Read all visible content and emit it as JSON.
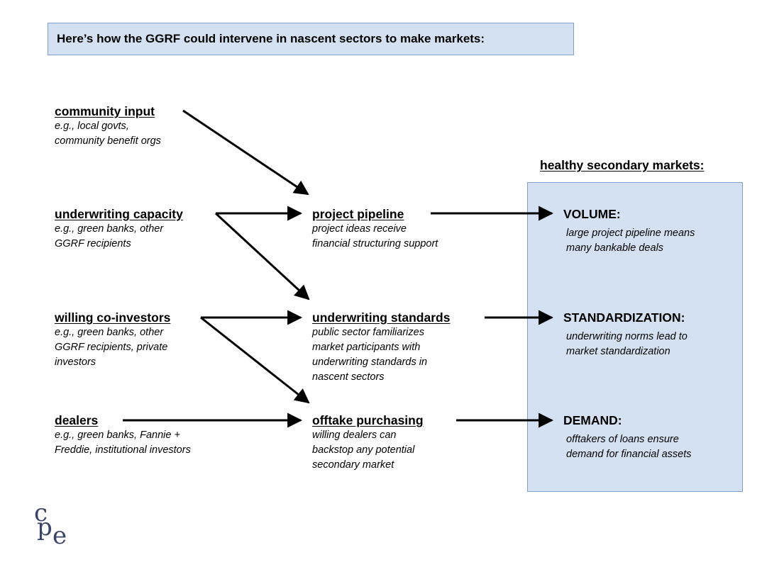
{
  "title": "Here’s how the GGRF could intervene in nascent sectors to make markets:",
  "inputs": [
    {
      "head": "community input",
      "desc": "e.g., local govts,\ncommunity benefit orgs"
    },
    {
      "head": "underwriting capacity",
      "desc": "e.g., green banks, other\nGGRF recipients"
    },
    {
      "head": "willing co-investors",
      "desc": "e.g., green banks, other\nGGRF recipients, private\ninvestors"
    },
    {
      "head": "dealers",
      "desc": "e.g., green banks, Fannie +\nFreddie, institutional investors"
    }
  ],
  "mechanisms": [
    {
      "head": "project pipeline",
      "desc": "project ideas receive\nfinancial structuring support"
    },
    {
      "head": "underwriting standards",
      "desc": "public sector familiarizes\nmarket participants with\nunderwriting standards in\nnascent sectors"
    },
    {
      "head": "offtake purchasing",
      "desc": "willing dealers can\nbackstop any potential\nsecondary market"
    }
  ],
  "markets": {
    "title": "healthy secondary markets:",
    "outcomes": [
      {
        "head": "VOLUME:",
        "desc": "large project pipeline means\nmany bankable deals"
      },
      {
        "head": "STANDARDIZATION:",
        "desc": "underwriting norms lead to\nmarket standardization"
      },
      {
        "head": "DEMAND:",
        "desc": "offtakers of loans ensure\ndemand for financial assets"
      }
    ]
  },
  "logo": {
    "c": "c",
    "p": "p",
    "e": "e"
  },
  "colors": {
    "box_fill": "#d3e1f2",
    "box_border": "#7f9fd0",
    "arrow": "#000000"
  }
}
